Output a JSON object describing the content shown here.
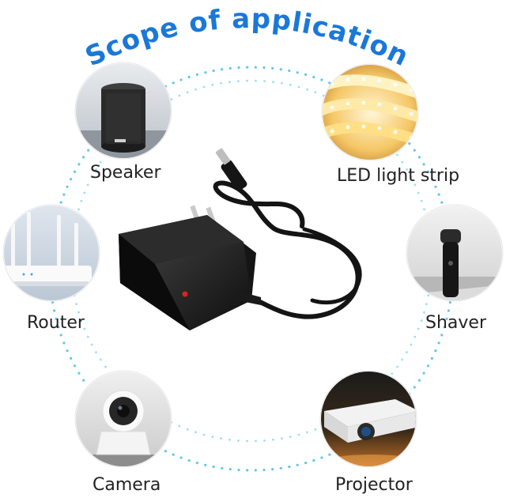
{
  "title": "Scope of application",
  "colors": {
    "title": "#1a78d8",
    "title_outline": "#ffffff",
    "dots": "#4fc3e8",
    "adapter": "#1c1c1c",
    "led": "#e0201a"
  },
  "applications": [
    {
      "id": "speaker",
      "label": "Speaker",
      "icon": "smart-speaker-icon"
    },
    {
      "id": "led",
      "label": "LED light strip",
      "icon": "led-strip-icon"
    },
    {
      "id": "router",
      "label": "Router",
      "icon": "wifi-router-icon"
    },
    {
      "id": "shaver",
      "label": "Shaver",
      "icon": "electric-shaver-icon"
    },
    {
      "id": "camera",
      "label": "Camera",
      "icon": "security-camera-icon"
    },
    {
      "id": "projector",
      "label": "Projector",
      "icon": "projector-icon"
    }
  ],
  "center_product": {
    "icon": "power-adapter-icon"
  }
}
